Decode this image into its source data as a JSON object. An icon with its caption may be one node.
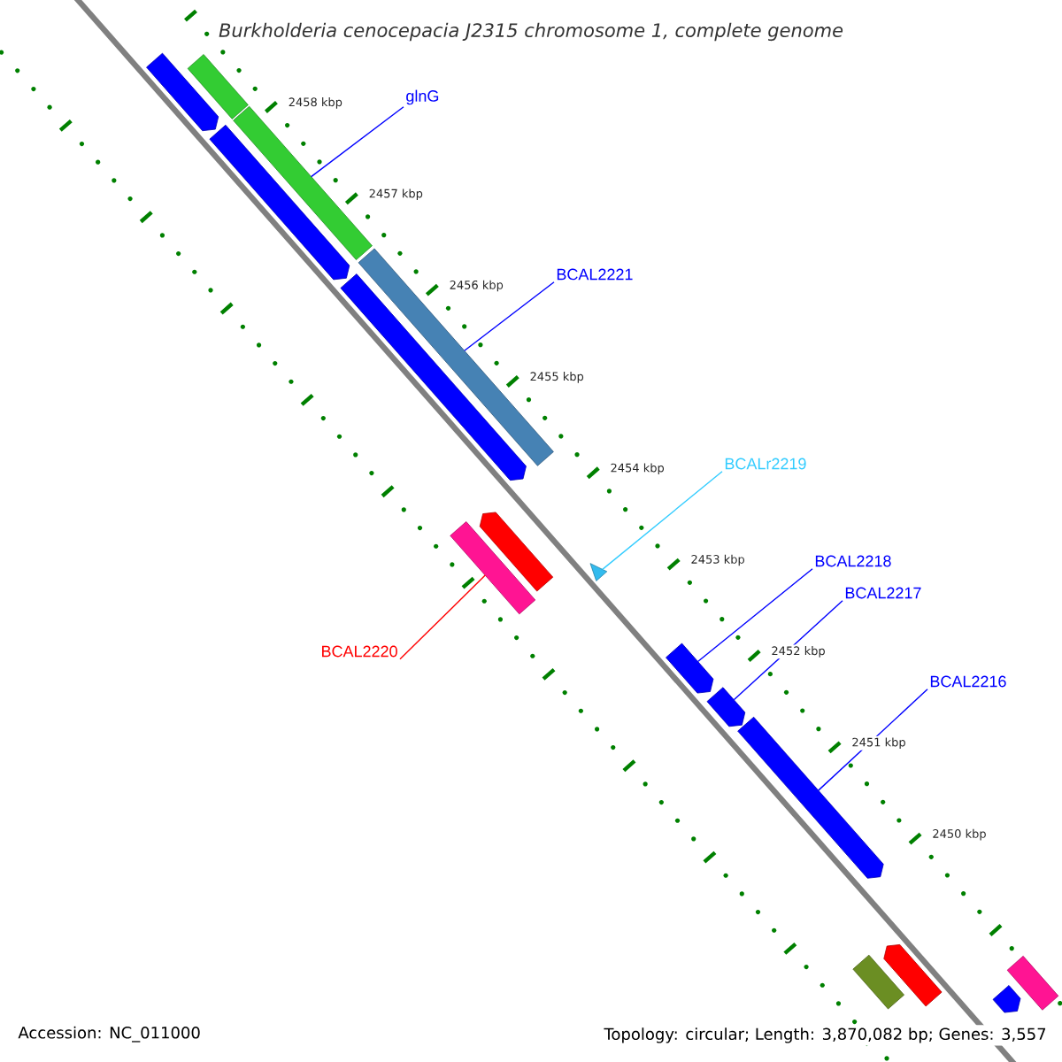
{
  "diagram": {
    "title": "Burkholderia cenocepacia J2315 chromosome 1, complete genome",
    "nodes": [
      {
        "text": [],
        "shape": "bar"
      },
      {
        "text": [],
        "shape": "arrow"
      },
      {
        "text": [
          "glnG"
        ]
      },
      {
        "text": [],
        "shape": "bar"
      },
      {
        "text": [],
        "shape": "arrow"
      },
      {
        "text": [
          "BCAL2221"
        ]
      },
      {
        "text": [],
        "shape": "bar"
      },
      {
        "text": [],
        "shape": "arrow"
      },
      {
        "text": [
          "BCALr2219"
        ]
      },
      {
        "text": [],
        "shape": "arrow"
      },
      {
        "text": [],
        "shape": "bar"
      },
      {
        "text": [],
        "shape": "triangle"
      },
      {
        "text": [
          "BCAL2218"
        ]
      },
      {
        "text": [
          "BCAL2217"
        ]
      },
      {
        "text": [
          "BCAL2220"
        ]
      },
      {
        "text": [],
        "shape": "arrow"
      },
      {
        "text": [],
        "shape": "arrow"
      },
      {
        "text": [
          "BCAL2216"
        ]
      },
      {
        "text": [],
        "shape": "arrow"
      },
      {
        "text": [],
        "shape": "bar"
      },
      {
        "text": [],
        "shape": "arrow"
      },
      {
        "text": [],
        "shape": "arrow"
      },
      {
        "text": [],
        "shape": "bar"
      }
    ],
    "edges": [
      {
        "from": 2,
        "to": 3,
        "arrow": "none"
      },
      {
        "from": 5,
        "to": 6,
        "arrow": "none"
      },
      {
        "from": 8,
        "to": 11,
        "arrow": "none",
        "color": "#33ccff"
      },
      {
        "from": 12,
        "to": 15,
        "arrow": "none"
      },
      {
        "from": 13,
        "to": 16,
        "arrow": "none"
      },
      {
        "from": 17,
        "to": 18,
        "arrow": "none"
      },
      {
        "from": 14,
        "to": 10,
        "arrow": "none",
        "color": "#ff0000"
      }
    ],
    "labels": [
      "2458 kbp",
      "2457 kbp",
      "2456 kbp",
      "2455 kbp",
      "2454 kbp",
      "2453 kbp",
      "2452 kbp",
      "2451 kbp",
      "2450 kbp",
      "Accession: NC_011000",
      "Topology: circular; Length: 3,870,082 bp; Genes: 3,557"
    ]
  }
}
